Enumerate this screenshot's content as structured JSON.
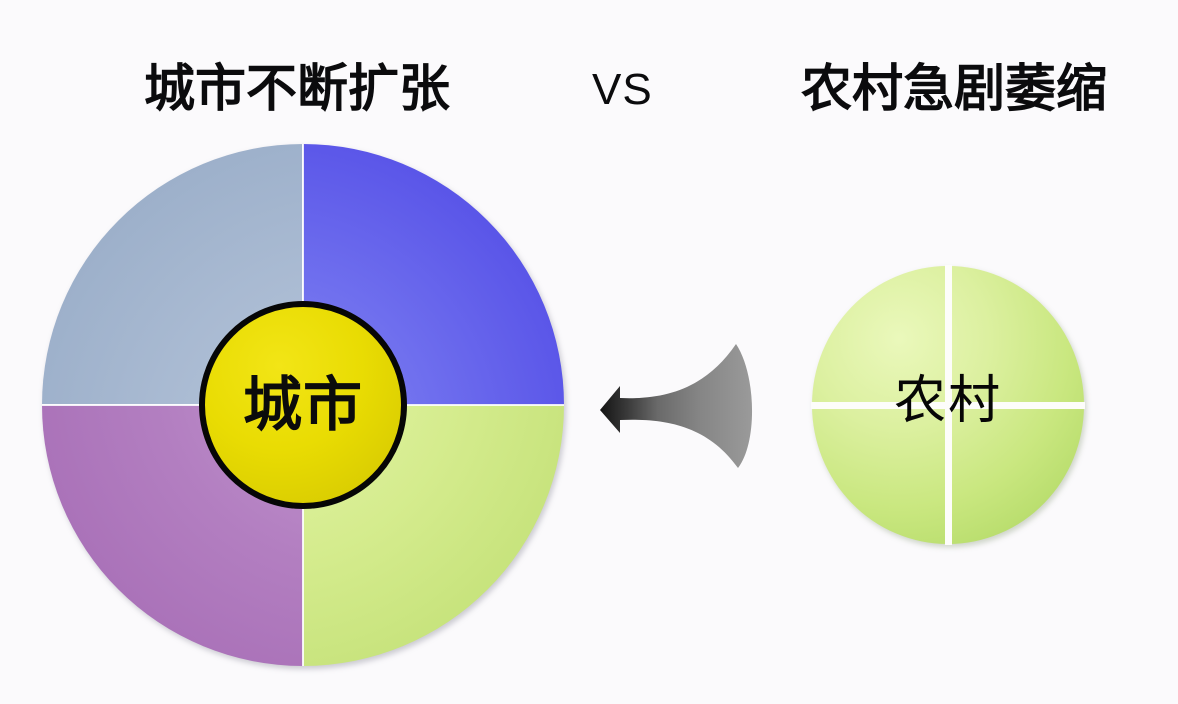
{
  "page": {
    "background_color": "#fbfafc"
  },
  "headings": {
    "left": "城市不断扩张",
    "vs": "VS",
    "right": "农村急剧萎缩"
  },
  "city_wheel": {
    "hub_label": "城市",
    "hub_fill_color": "#e9dc03",
    "hub_border_color": "#060606",
    "segments": [
      {
        "position": "top-left",
        "name": "quadrant-top-left",
        "color": "#a9bad2"
      },
      {
        "position": "top-right",
        "name": "quadrant-top-right",
        "color": "#6f6fee"
      },
      {
        "position": "bottom-left",
        "name": "quadrant-bottom-left",
        "color": "#b37fc1"
      },
      {
        "position": "bottom-right",
        "name": "quadrant-bottom-right",
        "color": "#d5ec8e"
      }
    ]
  },
  "arrow": {
    "name": "shrink-arrow",
    "direction": "left",
    "gradient_from": "#8c8c8c",
    "gradient_to": "#1a1a1a"
  },
  "village_wheel": {
    "label": "农村",
    "color": "#c9e77f",
    "divider_color": "#fdfdfa"
  },
  "chart_data": {
    "type": "diagram",
    "title": "城市不断扩张 VS 农村急剧萎缩",
    "comparison": [
      {
        "side": "left",
        "heading": "城市不断扩张",
        "center_label": "城市",
        "segments": 4,
        "relative_size": 522,
        "segment_colors": [
          "#a9bad2",
          "#6f6fee",
          "#b37fc1",
          "#d5ec8e"
        ]
      },
      {
        "side": "right",
        "heading": "农村急剧萎缩",
        "center_label": "农村",
        "segments": 4,
        "relative_size": 278,
        "segment_colors": [
          "#c9e77f",
          "#c9e77f",
          "#c9e77f",
          "#c9e77f"
        ]
      }
    ],
    "connector": {
      "type": "arrow",
      "from": "农村",
      "to": "城市",
      "direction": "left"
    }
  }
}
